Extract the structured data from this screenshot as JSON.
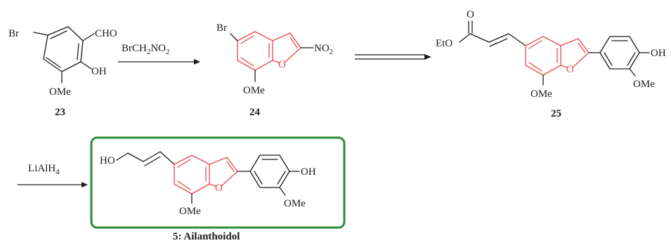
{
  "compounds": {
    "c23": {
      "label": "23",
      "br": "Br",
      "cho": "CHO",
      "oh": "OH",
      "ome": "OMe"
    },
    "c24": {
      "label": "24",
      "br": "Br",
      "no2": "NO",
      "no2_sub": "2",
      "o": "O",
      "ome": "OMe"
    },
    "c25": {
      "label": "25",
      "eto": "EtO",
      "o_carbonyl": "O",
      "o": "O",
      "ome": "OMe",
      "oh": "OH",
      "ome2": "OMe"
    },
    "c5": {
      "label": "5: Ailanthoidol",
      "ho": "HO",
      "o": "O",
      "ome": "OMe",
      "oh": "OH",
      "ome2": "OMe"
    }
  },
  "reagents": {
    "step1": {
      "a": "BrCH",
      "a_sub": "2",
      "b": "NO",
      "b_sub": "2"
    },
    "step3": {
      "a": "LiAlH",
      "a_sub": "4"
    }
  },
  "colors": {
    "ring": "#e8474a",
    "box": "#2e8b3a",
    "ink": "#1a1a1a"
  }
}
